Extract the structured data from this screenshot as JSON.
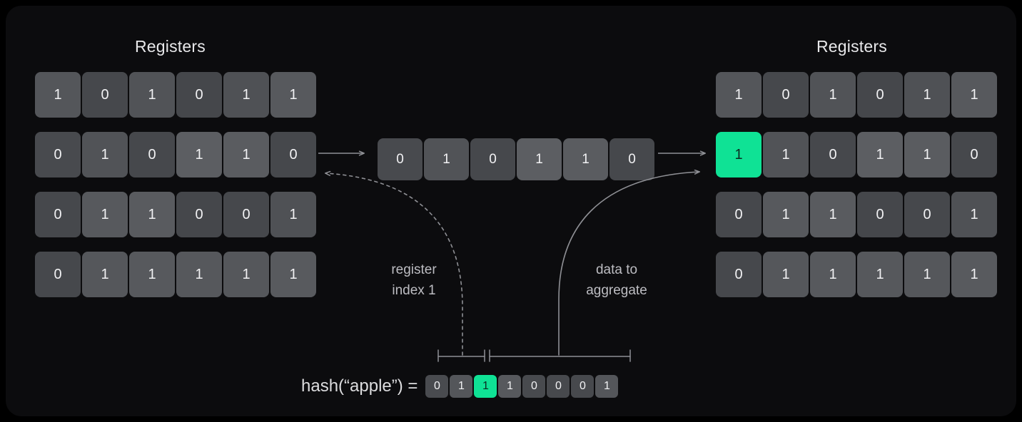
{
  "panel": {
    "background": "#0c0c0e",
    "page_background": "#000000"
  },
  "colors": {
    "accent_green": "#0fe295",
    "cell_base": "#303237",
    "text": "#f2f2f4",
    "annotation_text": "#bdbdc2",
    "line": "#8f9095"
  },
  "left_registers": {
    "title": "Registers",
    "rows": [
      {
        "bits": [
          "1",
          "0",
          "1",
          "0",
          "1",
          "1"
        ],
        "shades": [
          58,
          42,
          55,
          40,
          52,
          62
        ],
        "highlight": [
          false,
          false,
          false,
          false,
          false,
          false
        ]
      },
      {
        "bits": [
          "0",
          "1",
          "0",
          "1",
          "1",
          "0"
        ],
        "shades": [
          44,
          55,
          42,
          68,
          66,
          41
        ]
      },
      {
        "bits": [
          "0",
          "1",
          "1",
          "0",
          "0",
          "1"
        ],
        "shades": [
          42,
          62,
          65,
          40,
          41,
          52
        ]
      },
      {
        "bits": [
          "0",
          "1",
          "1",
          "1",
          "1",
          "1"
        ],
        "shades": [
          42,
          60,
          62,
          61,
          60,
          63
        ]
      }
    ]
  },
  "right_registers": {
    "title": "Registers",
    "rows": [
      {
        "bits": [
          "1",
          "0",
          "1",
          "0",
          "1",
          "1"
        ],
        "shades": [
          58,
          42,
          55,
          40,
          52,
          62
        ],
        "highlight": [
          false,
          false,
          false,
          false,
          false,
          false
        ]
      },
      {
        "bits": [
          "1",
          "1",
          "0",
          "1",
          "1",
          "0"
        ],
        "shades": [
          44,
          55,
          42,
          68,
          66,
          41
        ],
        "highlight": [
          true,
          false,
          false,
          false,
          false,
          false
        ]
      },
      {
        "bits": [
          "0",
          "1",
          "1",
          "0",
          "0",
          "1"
        ],
        "shades": [
          42,
          62,
          65,
          40,
          41,
          52
        ]
      },
      {
        "bits": [
          "0",
          "1",
          "1",
          "1",
          "1",
          "1"
        ],
        "shades": [
          42,
          60,
          62,
          61,
          60,
          63
        ]
      }
    ]
  },
  "selected_register": {
    "bits": [
      "0",
      "1",
      "0",
      "1",
      "1",
      "0"
    ],
    "shades": [
      44,
      55,
      42,
      68,
      66,
      41
    ]
  },
  "hash": {
    "label": "hash(“apple”) =",
    "bits": [
      "0",
      "1",
      "1",
      "1",
      "0",
      "0",
      "0",
      "1"
    ],
    "shades": [
      45,
      58,
      0,
      62,
      44,
      43,
      43,
      58
    ],
    "highlight": [
      false,
      false,
      true,
      false,
      false,
      false,
      false,
      false
    ]
  },
  "annotations": {
    "register_index": "register\nindex 1",
    "data_to_aggregate": "data to\naggregate"
  },
  "brackets": {
    "index_bracket_label": "register-index-bits",
    "data_bracket_label": "data-bits"
  }
}
